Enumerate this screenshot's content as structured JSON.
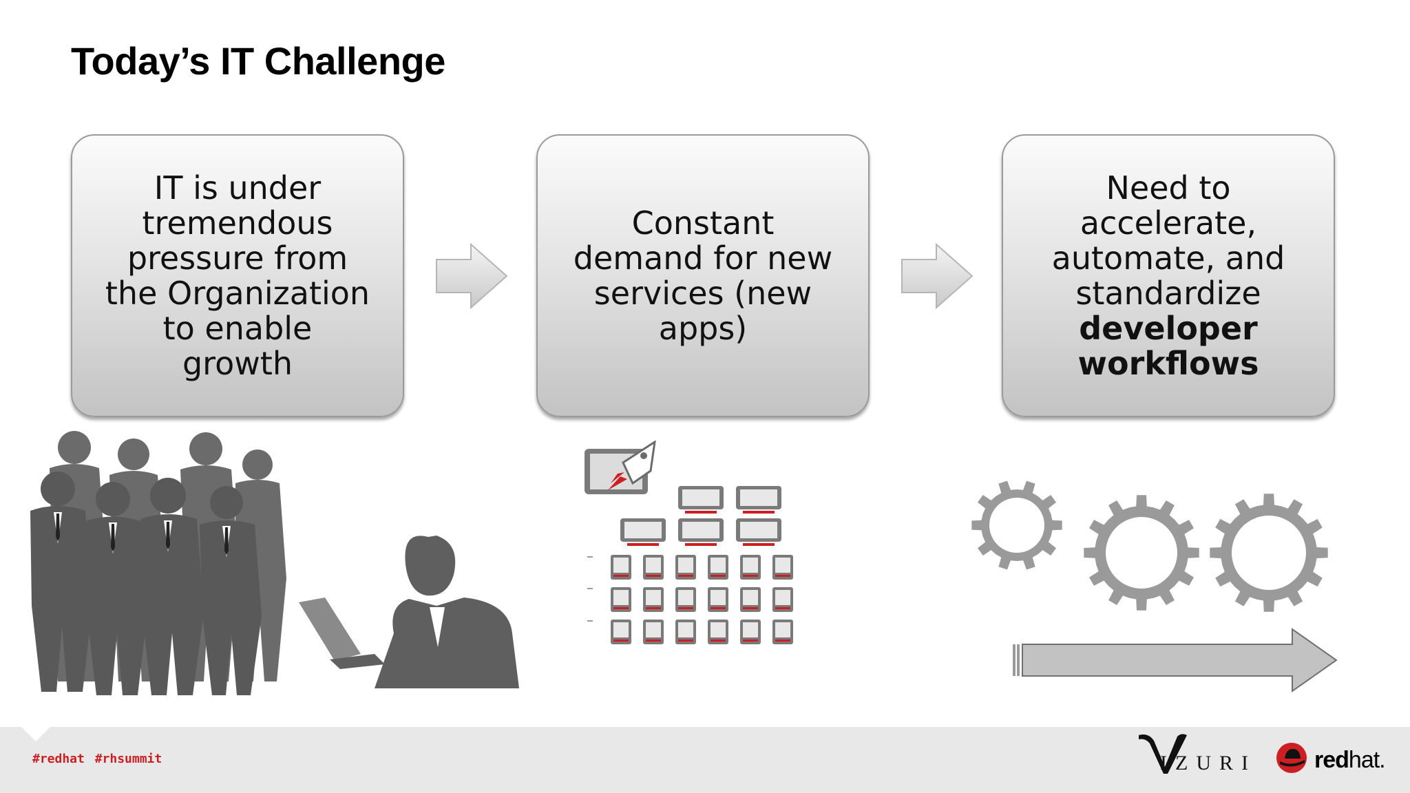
{
  "slide": {
    "title": "Today’s IT Challenge"
  },
  "boxes": [
    {
      "text": "IT is under tremendous pressure from the Organization to enable growth"
    },
    {
      "text": "Constant demand for new services (new apps)"
    },
    {
      "text_regular": "Need to accelerate, automate, and standardize",
      "text_bold": "developer workflows"
    }
  ],
  "footer": {
    "hashtags": "#redhat #rhsummit",
    "vizuri_logo": "IZURI",
    "redhat_logo_bold": "red",
    "redhat_logo_light": "hat."
  },
  "colors": {
    "accent_red": "#cc1f24",
    "box_border": "#9a9a9a",
    "silhouette_gray": "#6b6b6b",
    "footer_bg": "#e8e8e8"
  },
  "icons": [
    "arrow-right-icon",
    "business-people-silhouettes",
    "rocket-icon",
    "monitor-icon",
    "tablet-icon",
    "gear-icon",
    "progress-arrow-icon",
    "redhat-shadowman-icon"
  ]
}
